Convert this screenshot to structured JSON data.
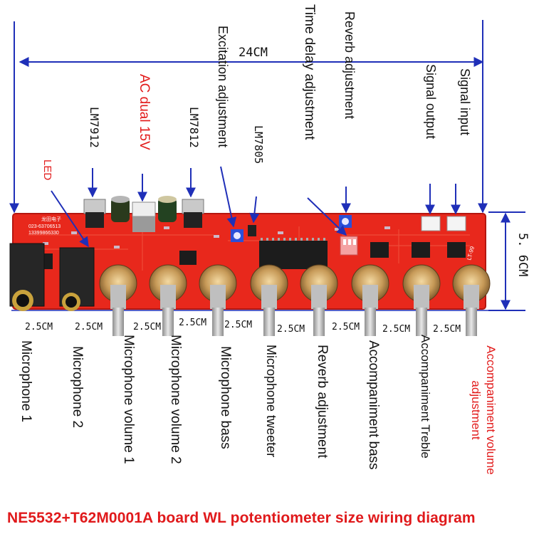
{
  "dimensions": {
    "width": "24CM",
    "height": "5. 6CM",
    "spacing": [
      "2.5CM",
      "2.5CM",
      "2.5CM",
      "2.5CM",
      "2.5CM",
      "2.5CM",
      "2.5CM",
      "2.5CM",
      "2.5CM"
    ]
  },
  "top_labels": {
    "lm7912": "LM7912",
    "ac_power": "AC dual 15V",
    "lm7812": "LM7812",
    "excitation": "Excitation adjustment",
    "lm7805": "LM7805",
    "time_delay": "Time delay adjustment",
    "reverb_top": "Reverb adjustment",
    "signal_output": "Signal output",
    "signal_input": "Signal input",
    "led": "LED"
  },
  "bottom_labels": [
    "Microphone 1",
    "Microphone 2",
    "Microphone volume 1",
    "Microphone volume 2",
    "Microphone bass",
    "Microphone tweeter",
    "Reverb adjustment",
    "Accompaniment bass",
    "Accompaniment Treble",
    "Accompaniment volume adjustment"
  ],
  "board_text": {
    "brand": "龙田电子",
    "phone1": "023-63706513",
    "phone2": "13399866330",
    "model": "LT-99"
  },
  "caption": "NE5532+T62M0001A board WL potentiometer size wiring diagram",
  "colors": {
    "pcb": "#e8281c",
    "arrow": "#1f2fb8",
    "accent": "#e21b1b",
    "text": "#111111"
  }
}
